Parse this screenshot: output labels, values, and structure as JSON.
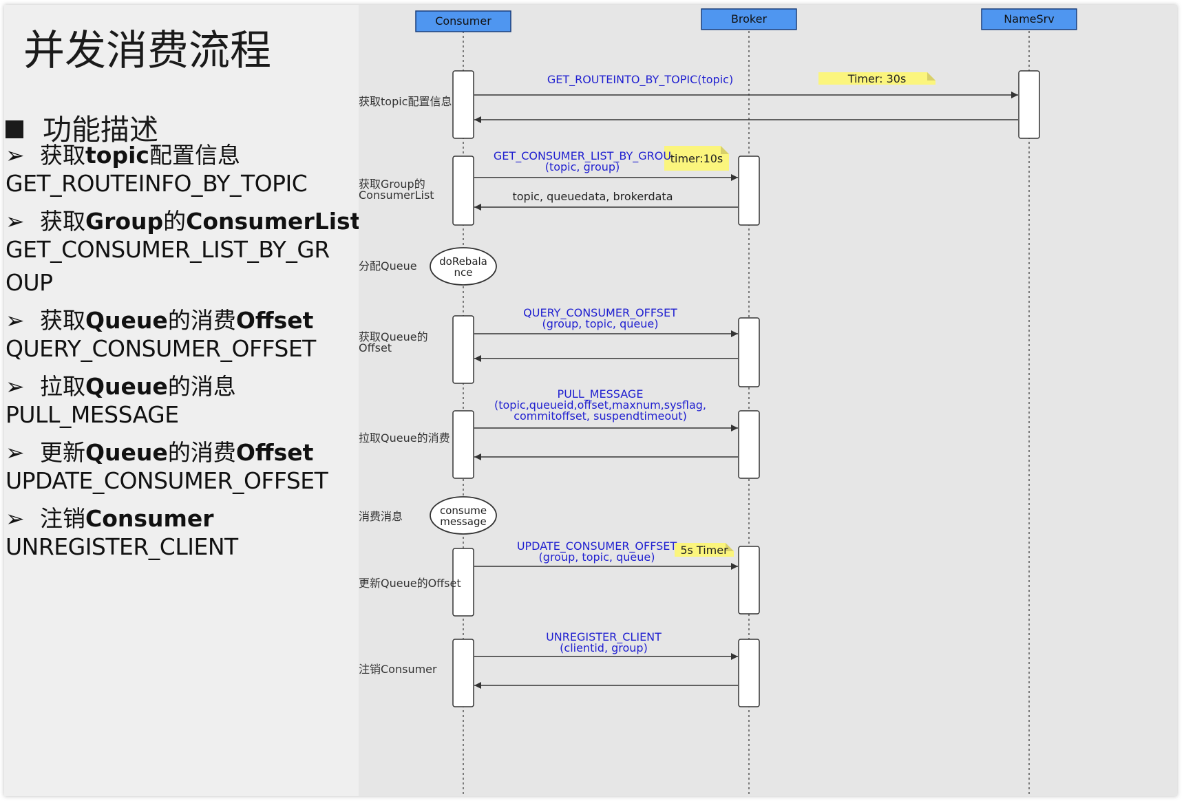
{
  "page": {
    "title": "并发消费流程",
    "section": "功能描述",
    "steps": [
      {
        "bullet": "➢",
        "parts": [
          {
            "t": "获取",
            "b": false
          },
          {
            "t": "topic",
            "b": true
          },
          {
            "t": "配置信息",
            "b": false
          }
        ],
        "code_lines": [
          "GET_ROUTEINFO_BY_TOPIC"
        ]
      },
      {
        "bullet": "➢",
        "parts": [
          {
            "t": "获取",
            "b": false
          },
          {
            "t": "Group",
            "b": true
          },
          {
            "t": "的",
            "b": false
          },
          {
            "t": "ConsumerList",
            "b": true
          }
        ],
        "code_lines": [
          "GET_CONSUMER_LIST_BY_GR",
          "OUP"
        ]
      },
      {
        "bullet": "➢",
        "parts": [
          {
            "t": "获取",
            "b": false
          },
          {
            "t": "Queue",
            "b": true
          },
          {
            "t": "的消费",
            "b": false
          },
          {
            "t": "Offset",
            "b": true
          }
        ],
        "code_lines": [
          "QUERY_CONSUMER_OFFSET"
        ]
      },
      {
        "bullet": "➢",
        "parts": [
          {
            "t": "拉取",
            "b": false
          },
          {
            "t": "Queue",
            "b": true
          },
          {
            "t": "的消息",
            "b": false
          }
        ],
        "code_lines": [
          "PULL_MESSAGE"
        ]
      },
      {
        "bullet": "➢",
        "parts": [
          {
            "t": "更新",
            "b": false
          },
          {
            "t": "Queue",
            "b": true
          },
          {
            "t": "的消费",
            "b": false
          },
          {
            "t": "Offset",
            "b": true
          }
        ],
        "code_lines": [
          "UPDATE_CONSUMER_OFFSET"
        ]
      },
      {
        "bullet": "➢",
        "parts": [
          {
            "t": "注销",
            "b": false
          },
          {
            "t": "Consumer",
            "b": true
          }
        ],
        "code_lines": [
          "UNREGISTER_CLIENT"
        ]
      }
    ]
  },
  "diagram": {
    "colors": {
      "participant_fill": "#4f96f0",
      "participant_border": "#1b3f7a",
      "message_text": "#2020d0",
      "note_fill": "#fbf57d",
      "note_fold": "#d8d06a",
      "line": "#333333"
    },
    "participants": [
      {
        "id": "consumer",
        "label": "Consumer"
      },
      {
        "id": "broker",
        "label": "Broker"
      },
      {
        "id": "namesrv",
        "label": "NameSrv"
      }
    ],
    "phase_labels": [
      {
        "lines": [
          "获取topic配置信息"
        ]
      },
      {
        "lines": [
          "获取Group的",
          "ConsumerList"
        ]
      },
      {
        "lines": [
          "分配Queue"
        ]
      },
      {
        "lines": [
          "获取Queue的",
          "Offset"
        ]
      },
      {
        "lines": [
          "拉取Queue的消费"
        ]
      },
      {
        "lines": [
          "消费消息"
        ]
      },
      {
        "lines": [
          "更新Queue的Offset"
        ]
      },
      {
        "lines": [
          "注销Consumer"
        ]
      }
    ],
    "messages": [
      {
        "lines": [
          "GET_ROUTEINTO_BY_TOPIC(topic)"
        ],
        "color": "blue"
      },
      {
        "lines": [
          "GET_CONSUMER_LIST_BY_GROU",
          "(topic, group)"
        ],
        "color": "blue"
      },
      {
        "lines": [
          "topic, queuedata, brokerdata"
        ],
        "color": "black"
      },
      {
        "lines": [
          "QUERY_CONSUMER_OFFSET",
          "(group, topic, queue)"
        ],
        "color": "blue"
      },
      {
        "lines": [
          "PULL_MESSAGE",
          "(topic,queueid,offset,maxnum,sysflag,",
          "commitoffset, suspendtimeout)"
        ],
        "color": "blue"
      },
      {
        "lines": [
          "UPDATE_CONSUMER_OFFSET",
          "(group, topic, queue)"
        ],
        "color": "blue"
      },
      {
        "lines": [
          "UNREGISTER_CLIENT",
          "(clientid, group)"
        ],
        "color": "blue"
      }
    ],
    "notes": [
      {
        "text": "Timer: 30s"
      },
      {
        "text": "timer:10s"
      },
      {
        "text": "5s Timer"
      }
    ],
    "self_actions": [
      {
        "lines": [
          "doRebala",
          "nce"
        ]
      },
      {
        "lines": [
          "consume",
          "message"
        ]
      }
    ]
  }
}
